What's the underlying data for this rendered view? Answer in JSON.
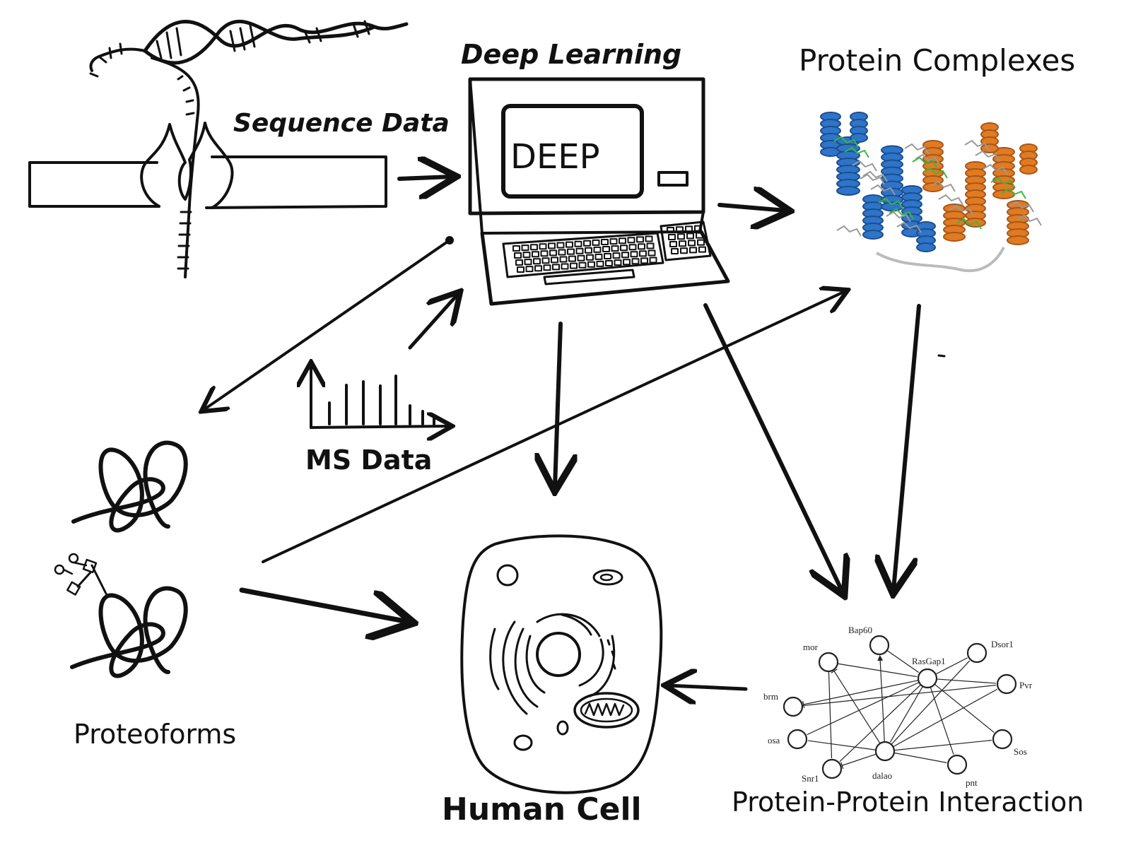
{
  "labels": {
    "sequence": "Sequence Data",
    "deep_learning": "Deep Learning",
    "screen": "DEEP",
    "protein_complexes": "Protein Complexes",
    "ms_data": "MS Data",
    "proteoforms": "Proteoforms",
    "human_cell": "Human Cell",
    "ppi": "Protein-Protein Interaction"
  },
  "network": {
    "nodes": [
      "Bap60",
      "mor",
      "RasGap1",
      "Dsor1",
      "Pvr",
      "brm",
      "osa",
      "Sos",
      "Snr1",
      "dalao",
      "pnt"
    ]
  },
  "colors": {
    "ink": "#111111",
    "protein_blue": "#2e74c9",
    "protein_orange": "#e07b22",
    "ligand_green": "#3ab83a"
  }
}
